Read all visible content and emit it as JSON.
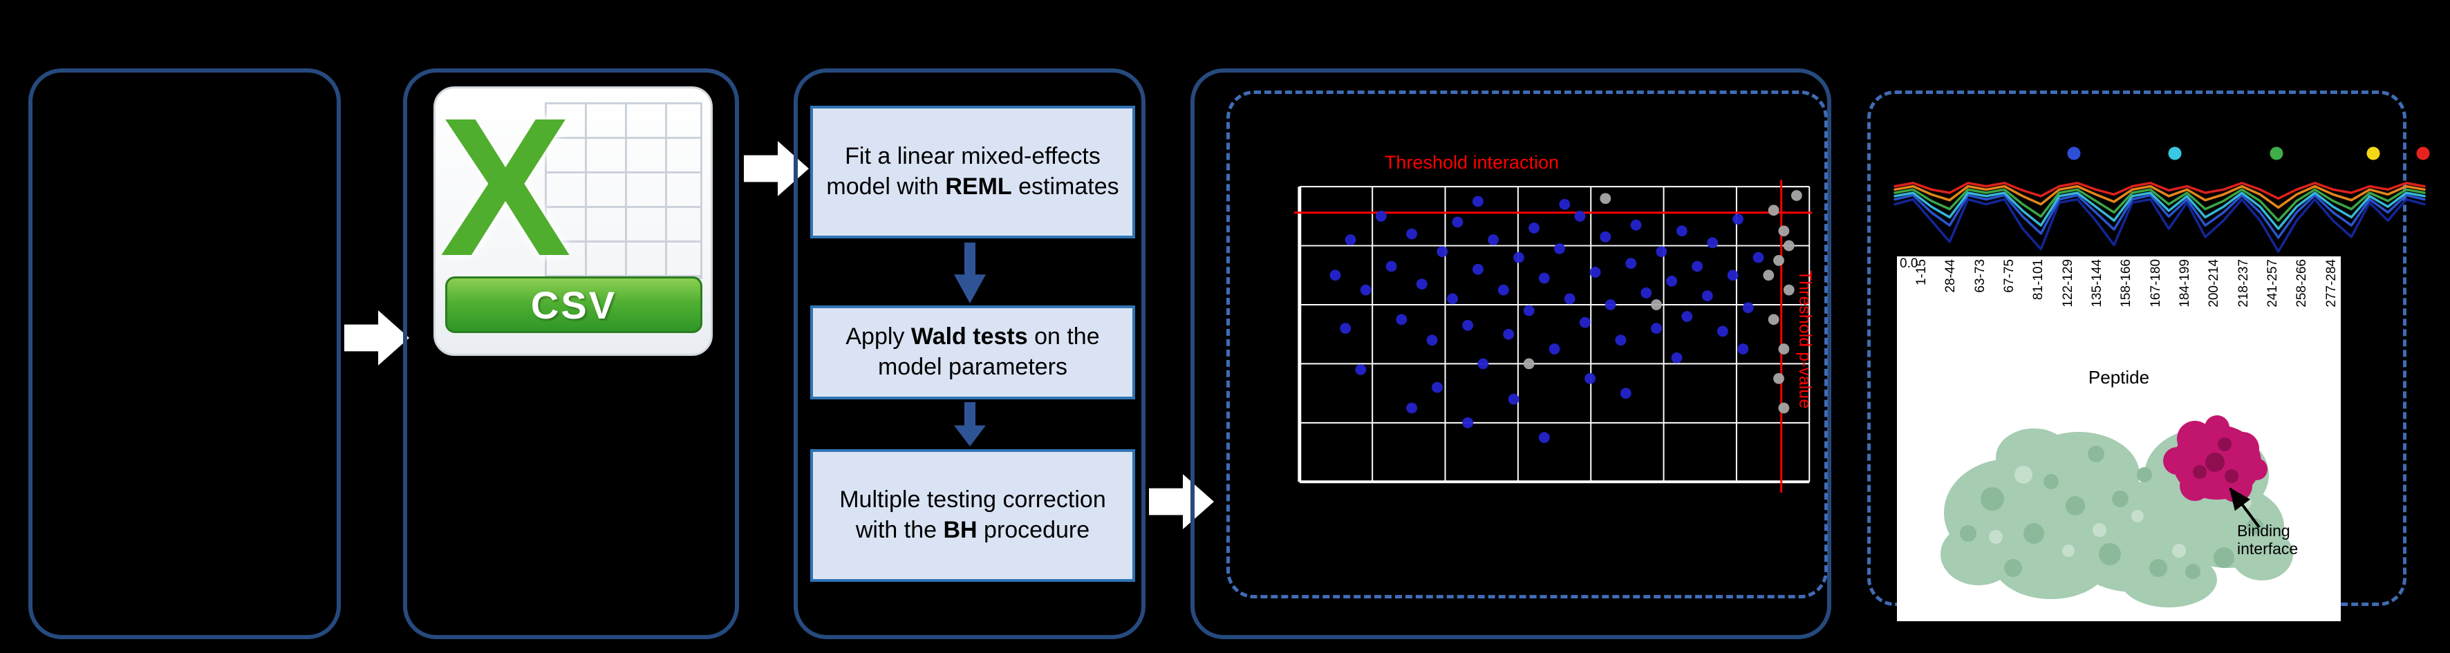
{
  "panels": {
    "csv": {
      "x_label": "X",
      "banner_label": "CSV"
    },
    "workflow": {
      "steps": [
        {
          "pre": "Fit a linear mixed-effects model with ",
          "bold": "REML",
          "post": " estimates"
        },
        {
          "pre": "Apply ",
          "bold": "Wald tests",
          "post": " on the model parameters"
        },
        {
          "pre": "Multiple testing correction with the ",
          "bold": "BH",
          "post": " procedure"
        }
      ]
    },
    "results": {
      "binding_label": "Binding interface"
    }
  },
  "colors": {
    "background": "#000000",
    "panel_border": "#264a7e",
    "dashed_border": "#3f6cb5",
    "step_fill": "#dae3f3",
    "step_border": "#2e74b5",
    "flow_arrow": "#ffffff",
    "down_arrow": "#2f5496",
    "threshold_red": "#ff0000",
    "csv_green": "#4fae2d",
    "significant_blue": "#2424cf",
    "nonsignificant_gray": "#a8a8a8",
    "protein_green": "#a6ccb2",
    "binding_magenta": "#c2156e"
  },
  "chart_data": [
    {
      "type": "scatter",
      "grid": true,
      "grid_cols": 7,
      "grid_rows": 5,
      "x_range": [
        0,
        1
      ],
      "y_range": [
        0,
        1
      ],
      "threshold_h": 0.088,
      "threshold_v": 0.945,
      "threshold_labels": {
        "interaction": "Threshold interaction",
        "pvalue": "Threshold p-value"
      },
      "series": [
        {
          "name": "significant-peptides",
          "color": "#2424cf",
          "points": [
            [
              0.07,
              0.3
            ],
            [
              0.1,
              0.18
            ],
            [
              0.13,
              0.35
            ],
            [
              0.16,
              0.1
            ],
            [
              0.18,
              0.27
            ],
            [
              0.2,
              0.45
            ],
            [
              0.22,
              0.16
            ],
            [
              0.24,
              0.33
            ],
            [
              0.26,
              0.52
            ],
            [
              0.28,
              0.22
            ],
            [
              0.3,
              0.38
            ],
            [
              0.31,
              0.12
            ],
            [
              0.33,
              0.47
            ],
            [
              0.35,
              0.28
            ],
            [
              0.36,
              0.6
            ],
            [
              0.38,
              0.18
            ],
            [
              0.4,
              0.35
            ],
            [
              0.41,
              0.5
            ],
            [
              0.43,
              0.24
            ],
            [
              0.45,
              0.42
            ],
            [
              0.46,
              0.14
            ],
            [
              0.48,
              0.31
            ],
            [
              0.5,
              0.55
            ],
            [
              0.51,
              0.21
            ],
            [
              0.53,
              0.38
            ],
            [
              0.55,
              0.1
            ],
            [
              0.56,
              0.46
            ],
            [
              0.58,
              0.29
            ],
            [
              0.6,
              0.17
            ],
            [
              0.61,
              0.4
            ],
            [
              0.63,
              0.52
            ],
            [
              0.65,
              0.26
            ],
            [
              0.66,
              0.13
            ],
            [
              0.68,
              0.36
            ],
            [
              0.7,
              0.48
            ],
            [
              0.71,
              0.22
            ],
            [
              0.73,
              0.32
            ],
            [
              0.75,
              0.15
            ],
            [
              0.76,
              0.44
            ],
            [
              0.78,
              0.27
            ],
            [
              0.8,
              0.37
            ],
            [
              0.81,
              0.19
            ],
            [
              0.83,
              0.49
            ],
            [
              0.85,
              0.3
            ],
            [
              0.86,
              0.11
            ],
            [
              0.88,
              0.41
            ],
            [
              0.12,
              0.62
            ],
            [
              0.27,
              0.68
            ],
            [
              0.42,
              0.72
            ],
            [
              0.57,
              0.65
            ],
            [
              0.33,
              0.8
            ],
            [
              0.48,
              0.85
            ],
            [
              0.22,
              0.75
            ],
            [
              0.64,
              0.7
            ],
            [
              0.09,
              0.48
            ],
            [
              0.9,
              0.24
            ],
            [
              0.87,
              0.55
            ],
            [
              0.74,
              0.58
            ],
            [
              0.52,
              0.06
            ],
            [
              0.35,
              0.05
            ]
          ]
        },
        {
          "name": "non-significant-peptides",
          "color": "#a8a8a8",
          "points": [
            [
              0.93,
              0.08
            ],
            [
              0.95,
              0.15
            ],
            [
              0.94,
              0.25
            ],
            [
              0.96,
              0.35
            ],
            [
              0.93,
              0.45
            ],
            [
              0.95,
              0.55
            ],
            [
              0.94,
              0.65
            ],
            [
              0.96,
              0.2
            ],
            [
              0.92,
              0.3
            ],
            [
              0.95,
              0.75
            ],
            [
              0.6,
              0.04
            ],
            [
              0.45,
              0.6
            ],
            [
              0.7,
              0.4
            ],
            [
              0.975,
              0.03
            ]
          ]
        }
      ]
    },
    {
      "type": "line",
      "xlabel": "Peptide",
      "y_tick": "0.0",
      "x_tick_labels": [
        "1-15",
        "28-44",
        "63-73",
        "67-75",
        "81-101",
        "122-129",
        "135-144",
        "158-166",
        "167-180",
        "184-199",
        "200-214",
        "218-237",
        "241-257",
        "258-266",
        "277-284"
      ],
      "legend_dots": [
        "#2e4fd7",
        "#39c7e3",
        "#3fae49",
        "#f4d816",
        "#e8231f"
      ],
      "series": [
        {
          "name": "series-navy",
          "color": "#14279e",
          "values": [
            0.42,
            0.36,
            0.62,
            0.88,
            0.36,
            0.42,
            0.36,
            0.72,
            0.97,
            0.4,
            0.36,
            0.62,
            0.92,
            0.4,
            0.36,
            0.72,
            0.4,
            0.82,
            0.62,
            0.36,
            0.62,
            1.0,
            0.62,
            0.36,
            0.62,
            0.82,
            0.4,
            0.62,
            0.36,
            0.42
          ]
        },
        {
          "name": "series-blue",
          "color": "#2c57d8",
          "values": [
            0.36,
            0.31,
            0.52,
            0.68,
            0.31,
            0.36,
            0.31,
            0.57,
            0.78,
            0.36,
            0.31,
            0.52,
            0.73,
            0.36,
            0.31,
            0.57,
            0.36,
            0.68,
            0.52,
            0.31,
            0.52,
            0.83,
            0.52,
            0.31,
            0.52,
            0.68,
            0.36,
            0.52,
            0.31,
            0.36
          ]
        },
        {
          "name": "series-cyan",
          "color": "#39c0e0",
          "values": [
            0.32,
            0.28,
            0.45,
            0.58,
            0.28,
            0.32,
            0.28,
            0.5,
            0.68,
            0.32,
            0.28,
            0.45,
            0.62,
            0.32,
            0.28,
            0.5,
            0.32,
            0.58,
            0.45,
            0.28,
            0.45,
            0.72,
            0.45,
            0.28,
            0.45,
            0.58,
            0.32,
            0.45,
            0.28,
            0.32
          ]
        },
        {
          "name": "series-green",
          "color": "#3fae49",
          "values": [
            0.28,
            0.24,
            0.38,
            0.48,
            0.24,
            0.28,
            0.24,
            0.42,
            0.57,
            0.28,
            0.24,
            0.38,
            0.52,
            0.28,
            0.24,
            0.42,
            0.28,
            0.48,
            0.38,
            0.24,
            0.38,
            0.62,
            0.38,
            0.24,
            0.38,
            0.48,
            0.28,
            0.38,
            0.24,
            0.28
          ]
        },
        {
          "name": "series-orange",
          "color": "#f08c1b",
          "values": [
            0.24,
            0.2,
            0.3,
            0.37,
            0.2,
            0.24,
            0.2,
            0.32,
            0.42,
            0.24,
            0.2,
            0.3,
            0.39,
            0.24,
            0.2,
            0.32,
            0.24,
            0.37,
            0.3,
            0.2,
            0.3,
            0.46,
            0.3,
            0.2,
            0.3,
            0.37,
            0.24,
            0.3,
            0.2,
            0.24
          ]
        },
        {
          "name": "series-red",
          "color": "#e8231f",
          "values": [
            0.2,
            0.16,
            0.24,
            0.28,
            0.16,
            0.2,
            0.16,
            0.25,
            0.32,
            0.2,
            0.16,
            0.24,
            0.3,
            0.2,
            0.16,
            0.25,
            0.2,
            0.28,
            0.24,
            0.16,
            0.24,
            0.35,
            0.24,
            0.16,
            0.24,
            0.28,
            0.2,
            0.24,
            0.16,
            0.2
          ]
        }
      ]
    }
  ]
}
